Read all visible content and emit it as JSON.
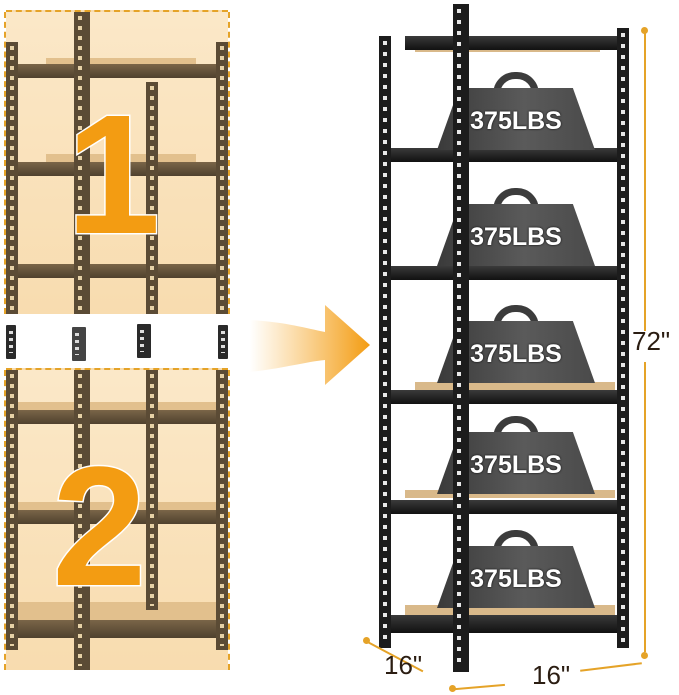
{
  "colors": {
    "accent_orange": "#f39c12",
    "dashed_outline": "#e5a328",
    "left_panel_tint": "#fbe8c8",
    "bronze_frame": "#5b4b35",
    "black_frame": "#1c1c1c",
    "board": "#d9b98a",
    "weight_gray": "#4a4a4a"
  },
  "left_panel": {
    "description": "Shelving unit splits into two separate units",
    "unit_labels": [
      "1",
      "2"
    ],
    "connectors_count": 4
  },
  "arrow": {
    "icon": "arrow-right-icon",
    "direction": "right"
  },
  "right_panel": {
    "description": "Assembled 5-tier black steel shelving unit",
    "tiers": [
      {
        "load_label": "375LBS"
      },
      {
        "load_label": "375LBS"
      },
      {
        "load_label": "375LBS"
      },
      {
        "load_label": "375LBS"
      },
      {
        "load_label": "375LBS"
      }
    ],
    "dimensions": {
      "height": "72\"",
      "depth": "16\"",
      "width": "16\""
    }
  }
}
